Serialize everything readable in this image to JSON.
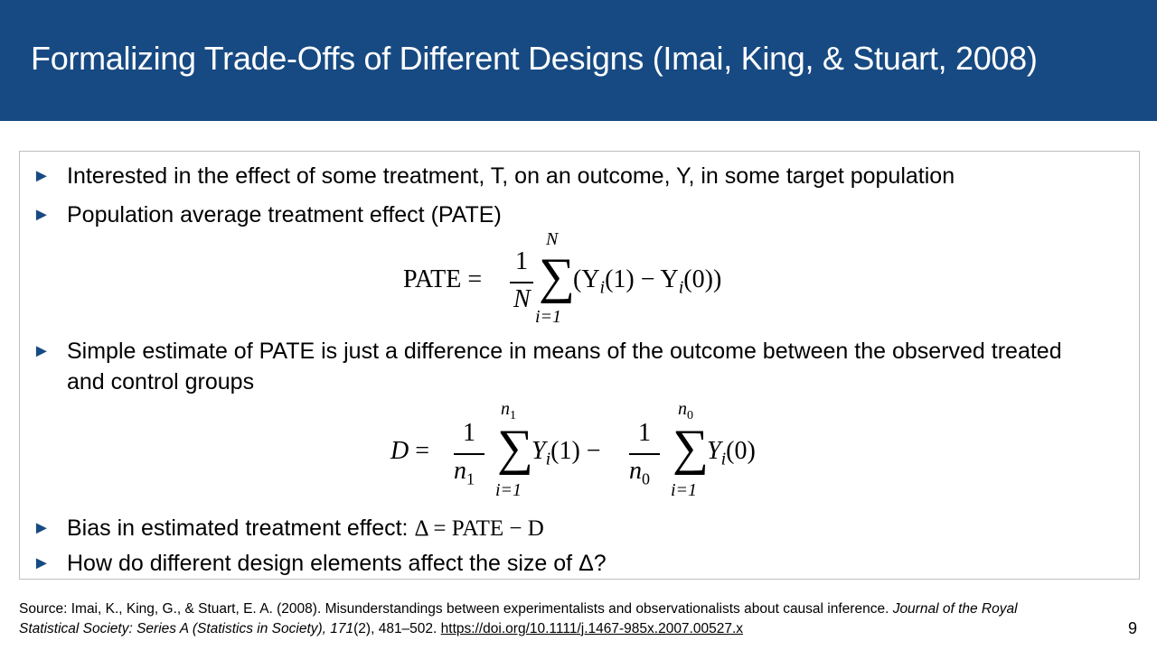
{
  "slide": {
    "title": "Formalizing Trade-Offs of Different Designs (Imai, King, & Stuart, 2008)",
    "bullet_marker": "►",
    "bullets": [
      "Interested in the effect of some treatment, T, on an outcome, Y, in some target population",
      "Population average treatment effect (PATE)",
      "Simple estimate of PATE is just a difference in means of the outcome between the observed treated and control groups",
      "Bias in estimated treatment effect: ",
      "How do different design elements affect the size of Δ?"
    ],
    "bias_formula": "Δ = PATE − D",
    "equation_pate": {
      "lhs": "PATE =",
      "numerator": "1",
      "denominator": "N",
      "sum_upper": "N",
      "sum_lower": "i=1",
      "sigma": "∑",
      "summand": "(Y",
      "sub_i": "i",
      "mid": "(1) − Y",
      "sub_i2": "i",
      "tail": "(0))"
    },
    "equation_d": {
      "lhs": "D =",
      "numerator1": "1",
      "denominator1": "n",
      "denominator1_sub": "1",
      "sum1_upper": "n",
      "sum1_upper_sub": "1",
      "sum1_lower": "i=1",
      "term1": "Y",
      "term1_sub": "i",
      "term1_tail": "(1) −",
      "numerator2": "1",
      "denominator2": "n",
      "denominator2_sub": "0",
      "sum2_upper": "n",
      "sum2_upper_sub": "0",
      "sum2_lower": "i=1",
      "term2": "Y",
      "term2_sub": "i",
      "term2_tail": "(0)"
    },
    "source": {
      "prefix": "Source: Imai, K., King, G., & Stuart, E. A. (2008). Misunderstandings between experimentalists and observationalists about causal inference. ",
      "journal": "Journal of the Royal Statistical Society: Series A (Statistics in Society), 171",
      "issue_pages": "(2), 481–502. ",
      "doi": "https://doi.org/10.1111/j.1467-985x.2007.00527.x"
    },
    "page_number": "9",
    "colors": {
      "header": "#174a82",
      "marker": "#174a82",
      "border": "#bfbfbf"
    }
  }
}
